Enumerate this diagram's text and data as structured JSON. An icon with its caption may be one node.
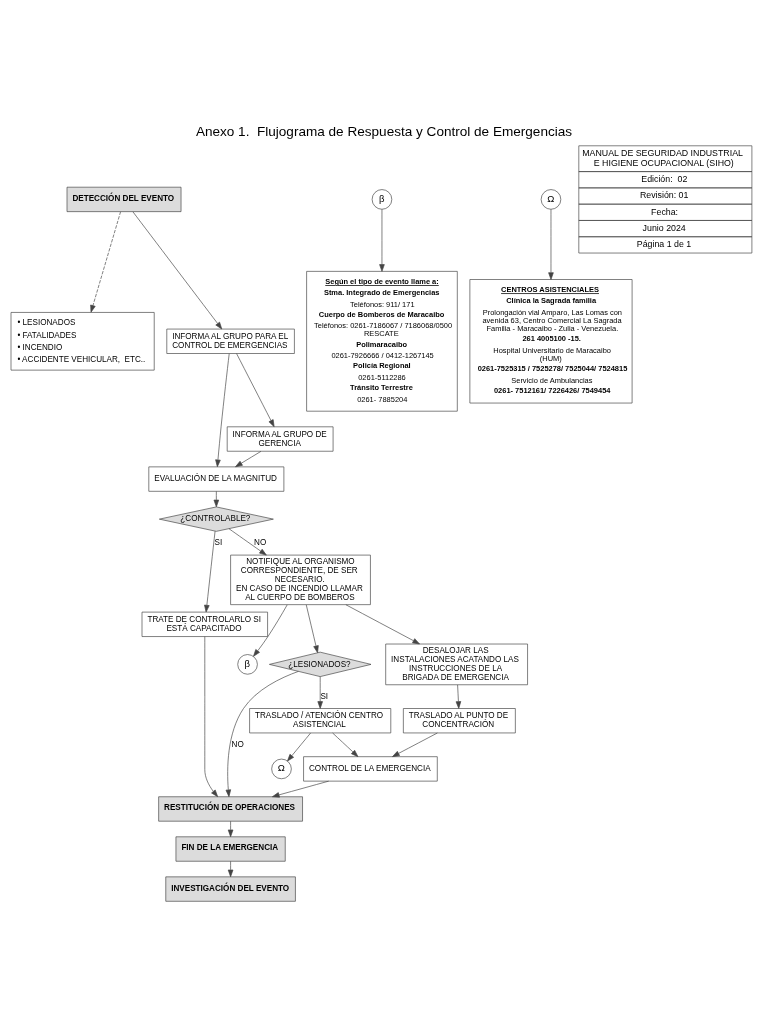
{
  "diagram": {
    "title": "Anexo 1.  Flujograma de Respuesta y Control de Emergencias",
    "nodes": [
      {
        "text": [
          "DETECCIÓN DEL EVENTO"
        ]
      },
      {
        "text": [
          "• LESIONADOS",
          "• FATALIDADES",
          "• INCENDIO",
          "• ACCIDENTE VEHICULAR,  ETC.."
        ]
      },
      {
        "text": [
          "INFORMA AL GRUPO PARA EL CONTROL DE EMERGENCIAS"
        ]
      },
      {
        "text": [
          "INFORMA AL GRUPO DE GERENCIA"
        ]
      },
      {
        "text": [
          "EVALUACIÓN DE LA MAGNITUD"
        ]
      },
      {
        "text": [
          "¿CONTROLABLE?"
        ]
      },
      {
        "text": [
          "TRATE DE CONTROLARLO SI ESTÁ CAPACITADO"
        ]
      },
      {
        "text": [
          "NOTIFIQUE AL ORGANISMO CORRESPONDIENTE, DE SER NECESARIO.",
          "EN CASO DE INCENDIO LLAMAR AL CUERPO DE BOMBEROS"
        ]
      },
      {
        "text": [
          "β"
        ]
      },
      {
        "text": [
          "¿LESIONADOS?"
        ]
      },
      {
        "text": [
          "TRASLADO / ATENCIÓN CENTRO ASISTENCIAL"
        ]
      },
      {
        "text": [
          "Ω"
        ]
      },
      {
        "text": [
          "DESALOJAR LAS INSTALACIONES ACATANDO LAS INSTRUCCIONES DE LA BRIGADA DE EMERGENCIA"
        ]
      },
      {
        "text": [
          "TRASLADO AL PUNTO DE CONCENTRACIÓN"
        ]
      },
      {
        "text": [
          "CONTROL DE LA EMERGENCIA"
        ]
      },
      {
        "text": [
          "RESTITUCIÓN DE OPERACIONES"
        ]
      },
      {
        "text": [
          "FIN DE LA EMERGENCIA"
        ]
      },
      {
        "text": [
          "INVESTIGACIÓN DEL EVENTO"
        ]
      },
      {
        "text": [
          "β"
        ]
      },
      {
        "text": [
          "Según el tipo de evento llame a:",
          "Stma. Integrado de Emergencias",
          "Teléfonos: 911/ 171",
          "Cuerpo de Bomberos de Maracaibo",
          "Teléfonos: 0261-7186067 / 7186068/0500 RESCATE",
          "Polimaracaibo",
          "0261-7926666 / 0412-1267145",
          "Policía Regional",
          "0261-5112286",
          "Tránsito Terrestre",
          "0261- 7885204"
        ]
      },
      {
        "text": [
          "Ω"
        ]
      },
      {
        "text": [
          "CENTROS ASISTENCIALES",
          "Clínica la Sagrada familia",
          "Prolongación vial Amparo, Las Lomas con avenida 63, Centro Comercial La Sagrada Familia - Maracaibo - Zulia - Venezuela.",
          "261 4005100 -15.",
          "Hospital Universitario de Maracaibo (HUM)",
          "0261-7525315 / 7525278/ 7525044/ 7524815",
          "Servicio de Ambulancias",
          "0261- 7512161/ 7226426/ 7549454"
        ]
      }
    ],
    "edges": [
      {
        "from": 0,
        "to": 1,
        "arrow": "to",
        "style": "dashed"
      },
      {
        "from": 0,
        "to": 2,
        "arrow": "to"
      },
      {
        "from": 2,
        "to": 3,
        "arrow": "to"
      },
      {
        "from": 2,
        "to": 4,
        "arrow": "to"
      },
      {
        "from": 3,
        "to": 4,
        "arrow": "to"
      },
      {
        "from": 4,
        "to": 5,
        "arrow": "to"
      },
      {
        "from": 5,
        "to": 6,
        "arrow": "to",
        "label": "SI"
      },
      {
        "from": 5,
        "to": 7,
        "arrow": "to",
        "label": "NO"
      },
      {
        "from": 7,
        "to": 9,
        "arrow": "to"
      },
      {
        "from": 7,
        "to": 8,
        "arrow": "to"
      },
      {
        "from": 7,
        "to": 12,
        "arrow": "to"
      },
      {
        "from": 9,
        "to": 10,
        "arrow": "to",
        "label": "SI"
      },
      {
        "from": 9,
        "to": 15,
        "arrow": "to",
        "label": "NO"
      },
      {
        "from": 6,
        "to": 15,
        "arrow": "to"
      },
      {
        "from": 10,
        "to": 11,
        "arrow": "to"
      },
      {
        "from": 10,
        "to": 14,
        "arrow": "to"
      },
      {
        "from": 12,
        "to": 13,
        "arrow": "to"
      },
      {
        "from": 13,
        "to": 14,
        "arrow": "to"
      },
      {
        "from": 14,
        "to": 15,
        "arrow": "to"
      },
      {
        "from": 15,
        "to": 16,
        "arrow": "to"
      },
      {
        "from": 16,
        "to": 17,
        "arrow": "to"
      },
      {
        "from": 18,
        "to": 19,
        "arrow": "to"
      },
      {
        "from": 20,
        "to": 21,
        "arrow": "to"
      }
    ],
    "labels": [
      "MANUAL DE SEGURIDAD INDUSTRIAL E HIGIENE OCUPACIONAL (SIHO)",
      "Edición:  02",
      "Revisión: 01",
      "Fecha:",
      "Junio 2024",
      "Página 1 de 1"
    ]
  }
}
